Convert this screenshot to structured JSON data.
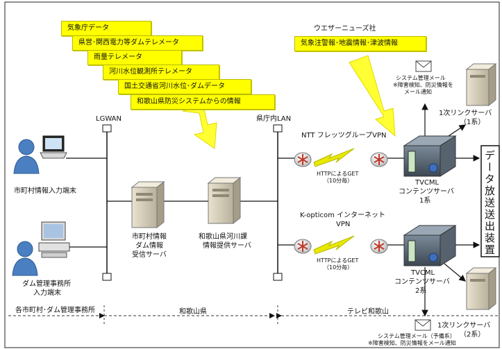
{
  "data_sources": [
    "気象庁データ",
    "県営･関西電力等ダムテレメータ",
    "雨量テレメータ",
    "河川水位観測所テレメータ",
    "国土交通省河川水位･ダムデータ",
    "和歌山県防災システムからの情報"
  ],
  "weathernews": {
    "company": "ウエザーニューズ社",
    "info": "気象注警報･地震情報･津波情報"
  },
  "networks": {
    "lgwan": "LGWAN",
    "pref_lan": "県庁内LAN",
    "ntt_vpn": "NTT フレッツグループVPN",
    "kopti_vpn_line1": "K-opticom インターネット",
    "kopti_vpn_line2": "VPN"
  },
  "http_get": {
    "line1": "HTTPによるGET",
    "line2": "（10分毎）"
  },
  "terminals": {
    "municipal_line1": "市町村情報入力端末",
    "dam_line1": "ダム管理事務所",
    "dam_line2": "入力端末"
  },
  "servers": {
    "receive_line1": "市町村情報",
    "receive_line2": "ダム情報",
    "receive_line3": "受信サーバ",
    "provide_line1": "和歌山県河川課",
    "provide_line2": "情報提供サーバ",
    "tvcml1_line1": "TVCML",
    "tvcml1_line2": "コンテンツサーバ",
    "tvcml1_line3": "1系",
    "tvcml2_line1": "TVCML",
    "tvcml2_line2": "コンテンツサーバ",
    "tvcml2_line3": "2系",
    "link1_line1": "1次リンクサーバ",
    "link1_line2": "（1系）",
    "link2_line1": "1次リンクサーバ",
    "link2_line2": "（2系）"
  },
  "mail": {
    "top_line1": "システム管理メール",
    "top_line2": "※障害検知、防災情報を",
    "top_line3": "メール通知",
    "bottom_line1": "システム管理メール（予備系）",
    "bottom_line2": "※障害検知、防災情報をメール通知"
  },
  "broadcast_device": "データ放送送出装置",
  "zones": {
    "z1": "各市町村･ダム管理事務所",
    "z2": "和歌山県",
    "z3": "テレビ和歌山"
  },
  "colors": {
    "highlight": "#ffff00",
    "arrow_yellow": "#ffff33",
    "router_red": "#c0392b",
    "person_blue": "#4a7fc1",
    "bolt": "#e8e800"
  },
  "icons": [
    "person-icon",
    "laptop-icon",
    "desktop-pc-icon",
    "tower-server-icon",
    "rack-server-icon",
    "router-icon",
    "lightning-icon",
    "mail-envelope-icon"
  ]
}
